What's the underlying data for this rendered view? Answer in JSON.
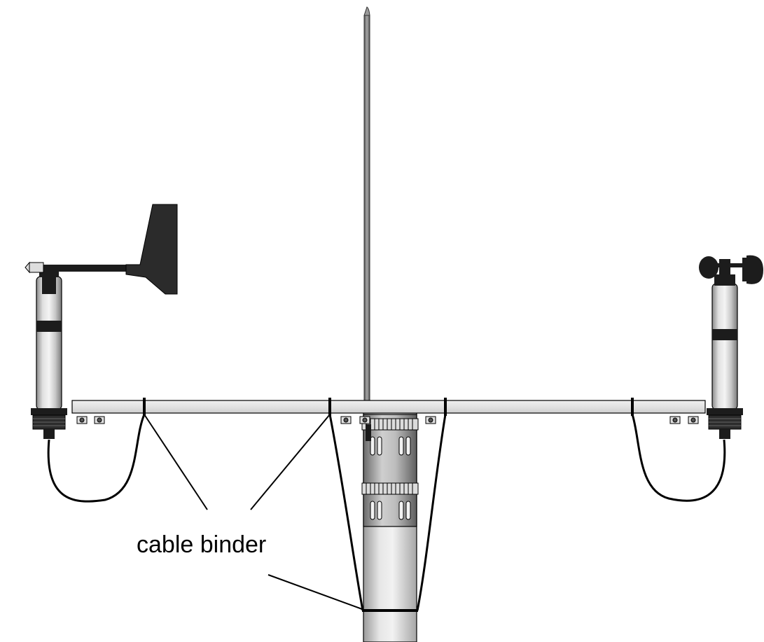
{
  "annotation": {
    "label": "cable binder"
  },
  "components": {
    "left_sensor": "wind-vane",
    "right_sensor": "cup-anemometer",
    "mast": "mast-pole",
    "crossarm": "crossarm",
    "lightning_rod": "lightning-rod"
  },
  "colors": {
    "outline": "#000000",
    "metal_light": "#e6e6e6",
    "metal_mid": "#b8b8b8",
    "metal_dark": "#6e6e6e",
    "vane_fill": "#2b2b2b",
    "background": "#ffffff"
  }
}
